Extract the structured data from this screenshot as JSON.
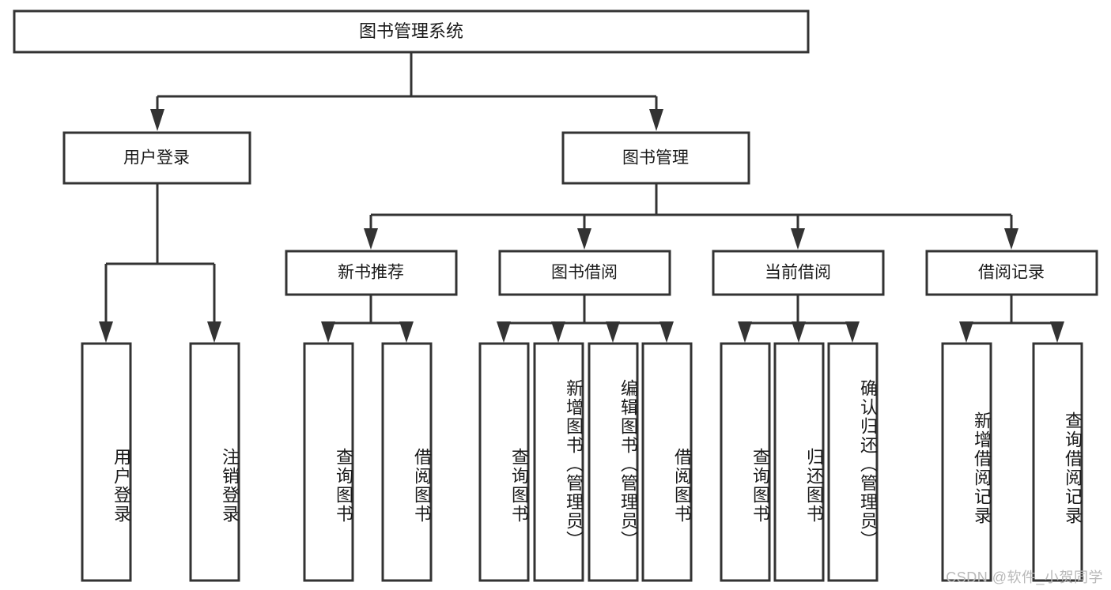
{
  "diagram": {
    "title": "图书管理系统",
    "type": "tree-hierarchy-chart",
    "watermark": "CSDN @软件_小贺同学",
    "colors": {
      "stroke": "#333333",
      "box_fill": "#ffffff",
      "text": "#1a1a1a",
      "background": "#ffffff",
      "watermark": "#b9b9b9"
    },
    "root": {
      "label": "图书管理系统"
    },
    "level2": [
      {
        "label": "用户登录"
      },
      {
        "label": "图书管理"
      }
    ],
    "level3": [
      {
        "label": "新书推荐"
      },
      {
        "label": "图书借阅"
      },
      {
        "label": "当前借阅"
      },
      {
        "label": "借阅记录"
      }
    ],
    "leaves": {
      "user_login": [
        {
          "label": "用户登录"
        },
        {
          "label": "注销登录"
        }
      ],
      "new_book_recommend": [
        {
          "label": "查询图书"
        },
        {
          "label": "借阅图书"
        }
      ],
      "book_borrow": [
        {
          "label": "查询图书"
        },
        {
          "label": "新增图书（管理员）"
        },
        {
          "label": "编辑图书（管理员）"
        },
        {
          "label": "借阅图书"
        }
      ],
      "current_borrow": [
        {
          "label": "查询图书"
        },
        {
          "label": "归还图书"
        },
        {
          "label": "确认归还（管理员）"
        }
      ],
      "borrow_record": [
        {
          "label": "新增借阅记录"
        },
        {
          "label": "查询借阅记录"
        }
      ]
    }
  }
}
